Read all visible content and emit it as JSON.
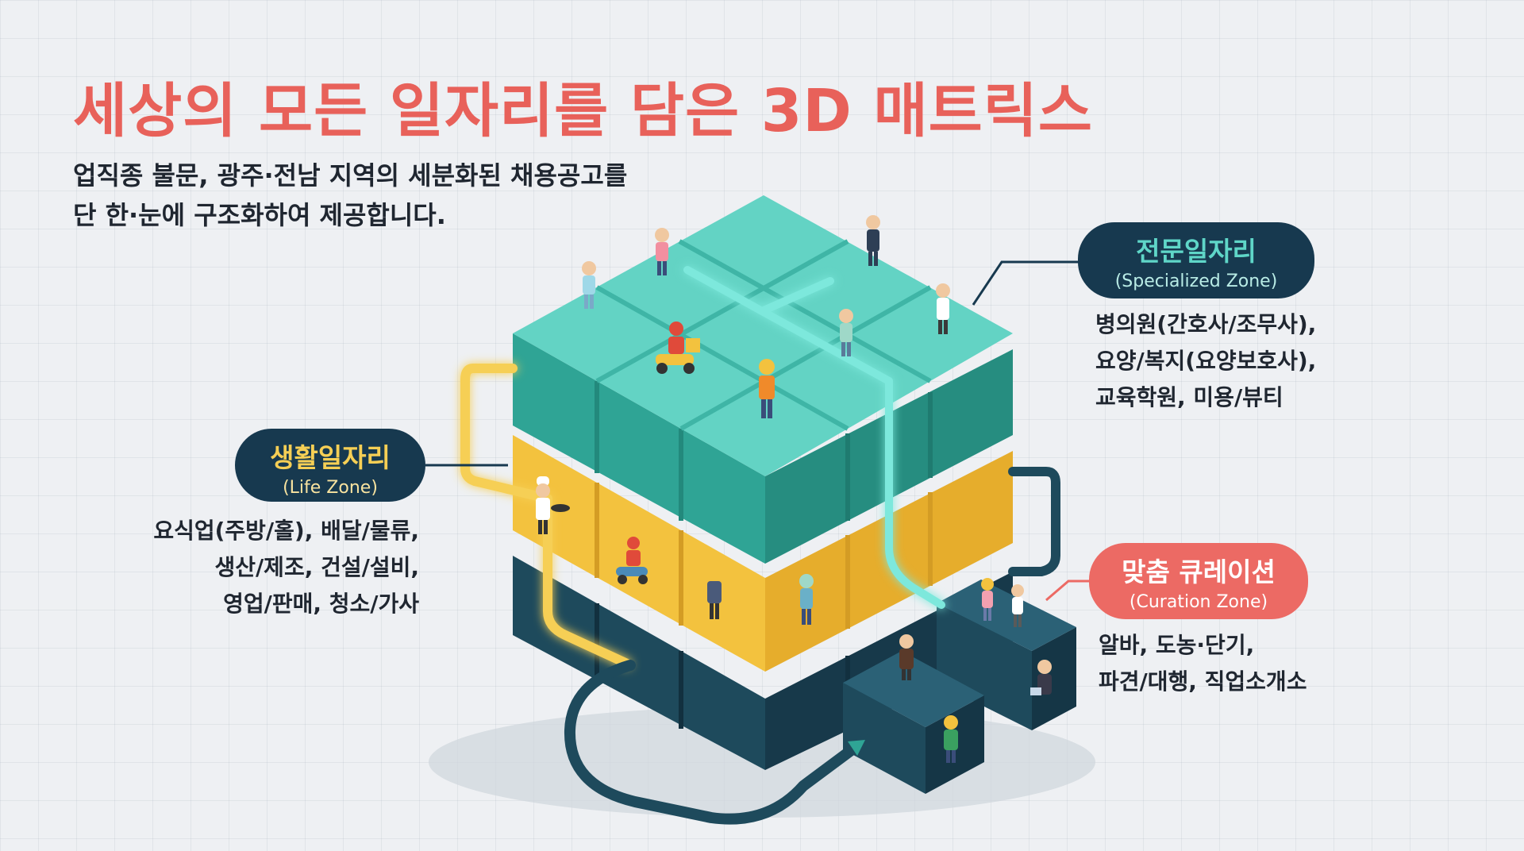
{
  "header": {
    "title": "세상의 모든 일자리를 담은 3D 매트릭스",
    "subtitle_lines": [
      "업직종 불문, 광주·전남 지역의 세분화된 채용공고를",
      "단 한·눈에 구조화하여 제공합니다."
    ]
  },
  "zones": {
    "specialized": {
      "name_ko": "전문일자리",
      "name_en": "(Specialized Zone)",
      "items": [
        "병의원(간호사/조무사),",
        "요양/복지(요양보호사),",
        "교육학원, 미용/뷰티"
      ],
      "color": "#3fbfae"
    },
    "life": {
      "name_ko": "생활일자리",
      "name_en": "(Life Zone)",
      "items": [
        "요식업(주방/홀), 배달/물류,",
        "생산/제조, 건설/설비,",
        "영업/판매, 청소/가사"
      ],
      "color": "#f3c23e"
    },
    "curation": {
      "name_ko": "맞춤 큐레이션",
      "name_en": "(Curation Zone)",
      "items": [
        "알바, 도농·단기,",
        "파견/대행, 직업소개소"
      ],
      "color": "#1e4a5c"
    }
  },
  "colors": {
    "title": "#e8615a",
    "teal_top": "#63d3c4",
    "teal_side": "#2fa495",
    "yellow": "#f3c23e",
    "navy": "#1e4a5c",
    "pill_dark": "#17394f",
    "pill_red": "#ec6a64"
  },
  "icons": [
    "person-figure-icon",
    "scooter-icon",
    "chef-icon",
    "worker-icon",
    "path-arrow-icon"
  ]
}
